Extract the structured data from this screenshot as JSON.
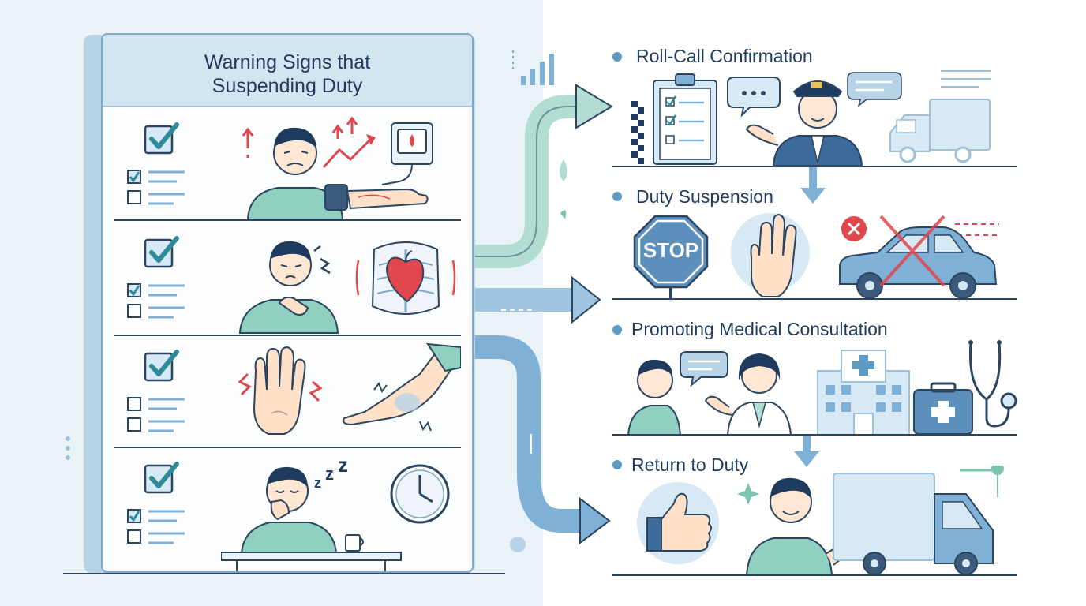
{
  "left_panel": {
    "title_line1": "Warning Signs that",
    "title_line2": "Suspending Duty",
    "signs": [
      {
        "icon": "blood-pressure-rise-icon"
      },
      {
        "icon": "chest-pain-icon"
      },
      {
        "icon": "numbness-icon"
      },
      {
        "icon": "drowsiness-icon"
      }
    ]
  },
  "flow": {
    "steps": [
      {
        "title": "Roll-Call Confirmation"
      },
      {
        "title": "Duty Suspension",
        "stop_sign": "STOP"
      },
      {
        "title": "Promoting Medical Consultation"
      },
      {
        "title": "Return to Duty"
      }
    ]
  },
  "colors": {
    "accent_blue": "#5d9bc5",
    "teal": "#7cc3b0",
    "navy": "#1e3a5c",
    "red": "#e0474c"
  }
}
